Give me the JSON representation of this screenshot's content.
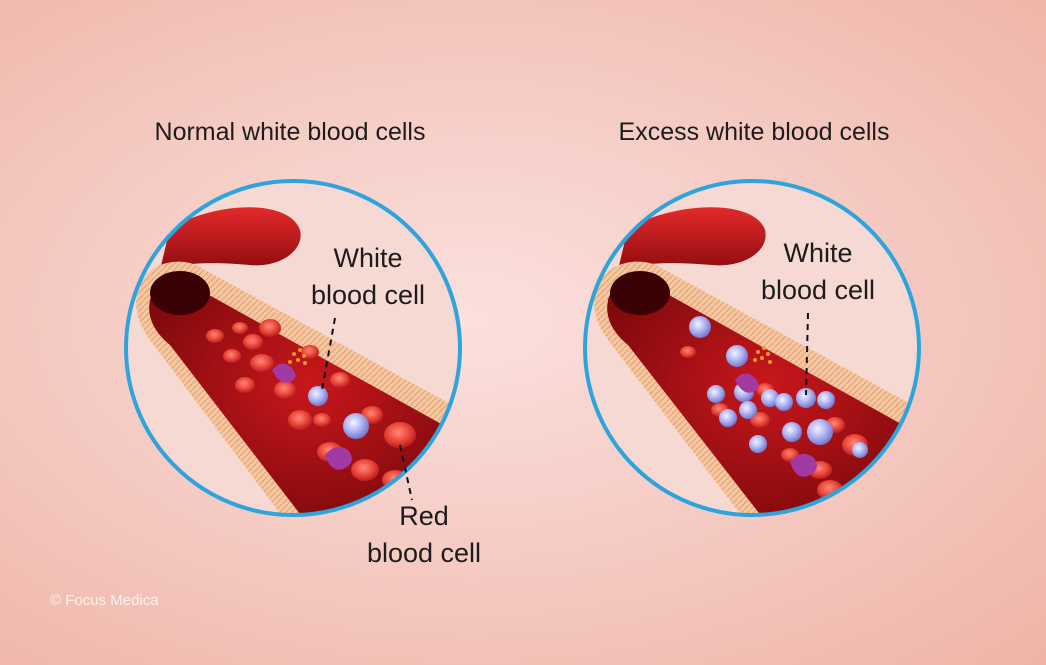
{
  "titles": {
    "left": "Normal white blood cells",
    "right": "Excess white blood cells"
  },
  "labels": {
    "white_cell_left": [
      "White",
      "blood cell"
    ],
    "red_cell": [
      "Red",
      "blood cell"
    ],
    "white_cell_right": [
      "White",
      "blood cell"
    ]
  },
  "copyright": "© Focus Medica",
  "colors": {
    "ring": "#2ea3dc",
    "vessel": "#c81a1d",
    "plasma": "#9e0d12",
    "red_cell": "#e8493e",
    "white_cell": "#a9aef0",
    "platelet": "#a23aa4"
  }
}
